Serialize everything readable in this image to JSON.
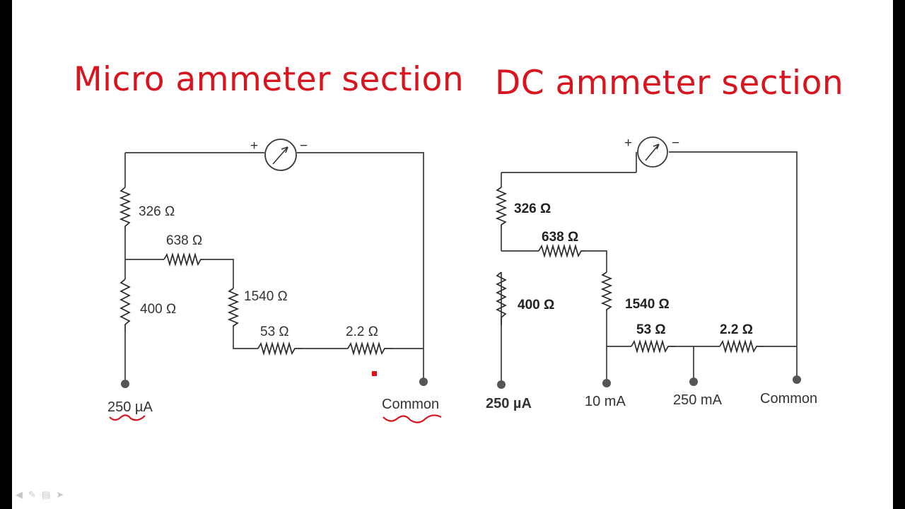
{
  "titles": {
    "micro": "Micro ammeter section",
    "dc": "DC ammeter section"
  },
  "micro": {
    "meter_plus": "+",
    "meter_minus": "−",
    "r326": "326 Ω",
    "r638": "638 Ω",
    "r400": "400 Ω",
    "r1540": "1540 Ω",
    "r53": "53 Ω",
    "r22": "2.2 Ω",
    "term_250ua": "250 µA",
    "term_common": "Common"
  },
  "dc": {
    "meter_plus": "+",
    "meter_minus": "−",
    "r326": "326 Ω",
    "r638": "638 Ω",
    "r400": "400 Ω",
    "r1540": "1540 Ω",
    "r53": "53 Ω",
    "r22": "2.2 Ω",
    "term_250ua": "250 µA",
    "term_10ma": "10 mA",
    "term_250ma": "250 mA",
    "term_common": "Common"
  },
  "colors": {
    "title": "#d8141e",
    "annotation": "#d8141e",
    "wire": "#3a3a3a"
  },
  "toolbar_icons": [
    "arrow-left-icon",
    "pen-icon",
    "menu-icon",
    "arrow-right-icon"
  ]
}
